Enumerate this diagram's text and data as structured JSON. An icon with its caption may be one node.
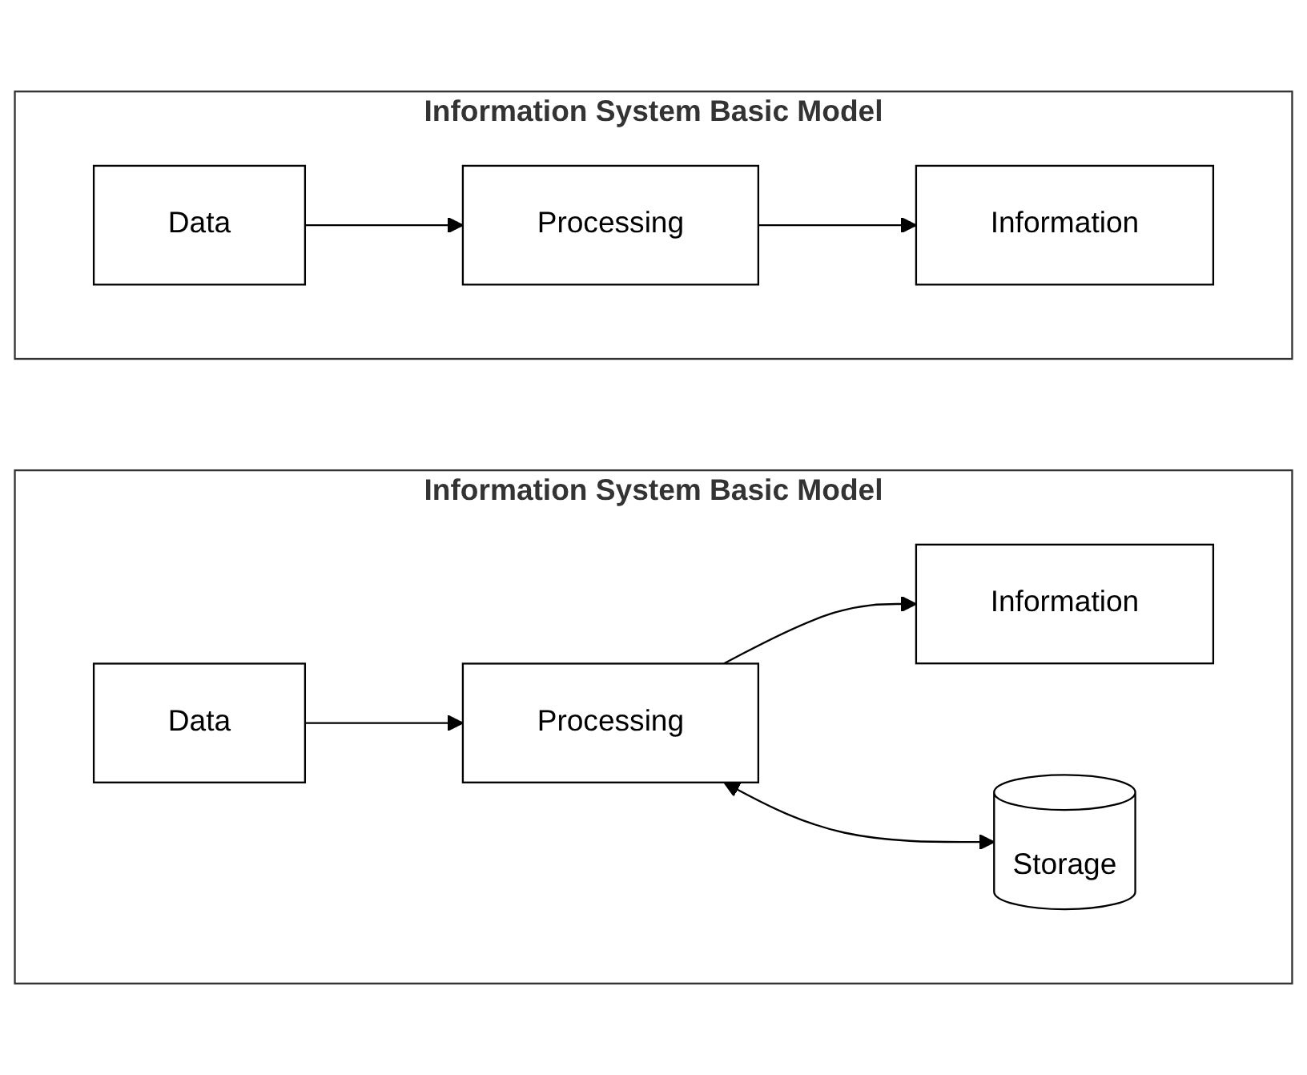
{
  "diagram": {
    "nodes": [
      {
        "text": [
          "Information System Basic Model"
        ]
      },
      {
        "text": [
          "Data"
        ],
        "in": 0
      },
      {
        "text": [
          "Processing"
        ],
        "in": 0
      },
      {
        "text": [
          "Information"
        ],
        "in": 0
      },
      {
        "text": [
          "Information System Basic Model"
        ]
      },
      {
        "text": [
          "Data"
        ],
        "in": 4
      },
      {
        "text": [
          "Processing"
        ],
        "in": 4
      },
      {
        "text": [
          "Information"
        ],
        "in": 4
      },
      {
        "text": [
          "Storage"
        ],
        "in": 4
      }
    ],
    "edges": [
      {
        "from": 1,
        "to": 2,
        "arrow": "to"
      },
      {
        "from": 2,
        "to": 3,
        "arrow": "to"
      },
      {
        "from": 5,
        "to": 6,
        "arrow": "to"
      },
      {
        "from": 6,
        "to": 7,
        "arrow": "to"
      },
      {
        "from": 6,
        "to": 8,
        "arrow": "both"
      }
    ]
  }
}
